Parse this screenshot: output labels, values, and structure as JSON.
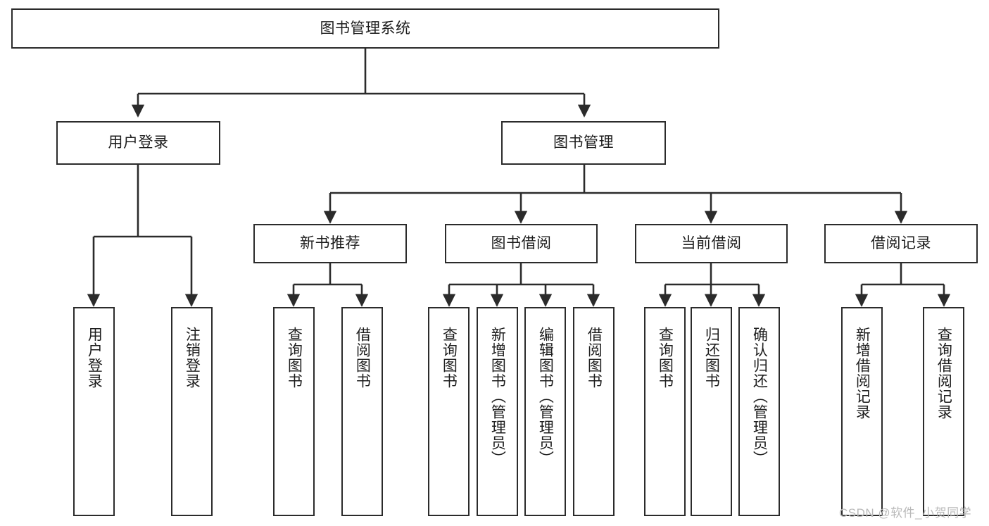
{
  "diagram": {
    "title": "图书管理系统",
    "type": "tree-hierarchy",
    "colors": {
      "line": "#2b2b2b",
      "box_fill": "#ffffff",
      "text": "#1d1d1d",
      "watermark": "#b9b9b9"
    },
    "root": {
      "label": "图书管理系统"
    },
    "level2": [
      {
        "label": "用户登录"
      },
      {
        "label": "图书管理"
      }
    ],
    "level3": [
      {
        "label": "新书推荐"
      },
      {
        "label": "图书借阅"
      },
      {
        "label": "当前借阅"
      },
      {
        "label": "借阅记录"
      }
    ],
    "leaves": {
      "user_login": [
        {
          "label": "用户登录"
        },
        {
          "label": "注销登录"
        }
      ],
      "new_book_recommend": [
        {
          "label": "查询图书"
        },
        {
          "label": "借阅图书"
        }
      ],
      "book_borrow": [
        {
          "label": "查询图书"
        },
        {
          "label": "新增图书（管理员）"
        },
        {
          "label": "编辑图书（管理员）"
        },
        {
          "label": "借阅图书"
        }
      ],
      "current_borrow": [
        {
          "label": "查询图书"
        },
        {
          "label": "归还图书"
        },
        {
          "label": "确认归还（管理员）"
        }
      ],
      "borrow_record": [
        {
          "label": "新增借阅记录"
        },
        {
          "label": "查询借阅记录"
        }
      ]
    }
  },
  "watermark": {
    "text": "CSDN @软件_小贺同学"
  }
}
